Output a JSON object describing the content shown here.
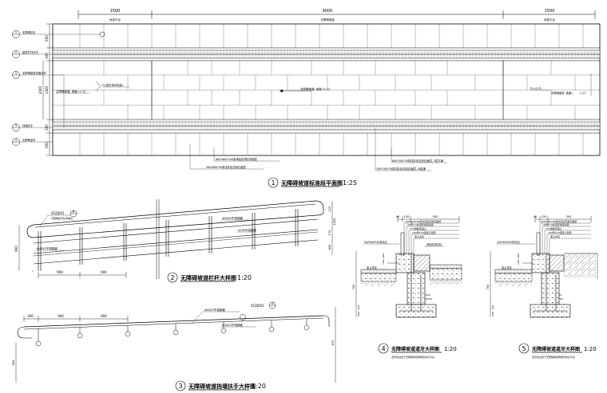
{
  "plan": {
    "dims_top": [
      "1500",
      "9000",
      "1500"
    ],
    "dims_top_notes": [
      "休息平台",
      "无障碍坡道",
      "休息平台"
    ],
    "dims_left": [
      "600",
      "300",
      "2000",
      "1400",
      "300",
      "600"
    ],
    "legend": [
      {
        "num": "1",
        "text": "无障碍扶手"
      },
      {
        "num": "2",
        "text": "园林栏杆扶手"
      },
      {
        "num": "3",
        "text": "无障碍坡道挡墙扶手"
      },
      {
        "num": "3",
        "text": "挡墙扶手"
      },
      {
        "num": "4",
        "text": "无障碍道牙"
      }
    ],
    "labels": {
      "slope_left": "无障碍坡道, 坡度=1:12",
      "fl_left": "FL(室外地坪标高)",
      "slope_mid": "无障碍坡道, 坡度=1:12",
      "fl_right": "FL=0.35",
      "slope_right": "无障碍坡道, 坡度=",
      "slope_right_val": "1:12"
    },
    "callouts": [
      "800*600*100厚黄色防滑石材面层",
      "500*600*50厚浅灰色花岗石面层",
      "600*300*30厚浅灰色花岗石面层, 3层平铺",
      "100*100*30厚浅灰色花岗石面层, 对缝铺"
    ],
    "title_num": "1",
    "title": "无障碍坡道标准段平面图",
    "scale": "1:25"
  },
  "railing": {
    "refs": [
      "05ZJ001",
      "8"
    ],
    "ref_note": "无障碍栏杆扶手做法",
    "notes": [
      "Φ45X3不锈钢管",
      "4030不锈钢管",
      "Φ45X3不锈钢管"
    ],
    "dims": [
      "900",
      "900"
    ],
    "vdims": [
      "900",
      "125",
      "1050",
      "170",
      "800"
    ],
    "title_num": "2",
    "title": "无障碍坡道栏杆大样图",
    "scale": "1:20"
  },
  "wall_rail": {
    "refs": [
      "05ZJ001",
      "4"
    ],
    "notes": [
      "Φ50X3不锈钢管",
      "Φ30X3不锈钢管"
    ],
    "dims": [
      "300",
      "900",
      "900"
    ],
    "vdims": [
      "675",
      "900"
    ],
    "title_num": "3",
    "title": "无障碍坡道挡墙扶手大样图",
    "scale": "1:20"
  },
  "curb_a": {
    "dims": [
      "45",
      "150",
      "500"
    ],
    "layers": [
      "300*600*50厚浅灰色花岗石面层",
      "30厚1:3水泥砂浆结合层",
      "C25钢筋混凝土",
      "100厚C20混凝土垫层",
      "素土夯实"
    ],
    "left_note": "300*600*40厚毛石",
    "other_notes": [
      "黄色防滑石材",
      "素土夯实",
      "Φ8@200",
      "Φ12@200"
    ],
    "vdims": [
      "100~200",
      "700",
      "100",
      "200"
    ],
    "title_num": "4",
    "title": "无障碍坡道道牙大样图",
    "scale": "1:20",
    "subnote": "道牙处设置于无障碍坡道两侧及休息平台"
  },
  "curb_b": {
    "dims": [
      "45",
      "150",
      "500"
    ],
    "layers": [
      "300*600*50厚浅灰色花岗石面层",
      "30厚1:3水泥砂浆结合层",
      "C25钢筋混凝土",
      "100厚C20混凝土垫层",
      "素土夯实"
    ],
    "left_note": "300*600*40厚毛石",
    "other_notes": [
      "素土夯实",
      "Φ8@200",
      "Φ12@200"
    ],
    "vdims": [
      "100~200",
      "700",
      "100",
      "200"
    ],
    "title_num": "5",
    "title": "无障碍坡道道牙大样图",
    "scale": "1:20",
    "subnote": "道牙处设置于无障碍坡道两侧及休息平台"
  }
}
